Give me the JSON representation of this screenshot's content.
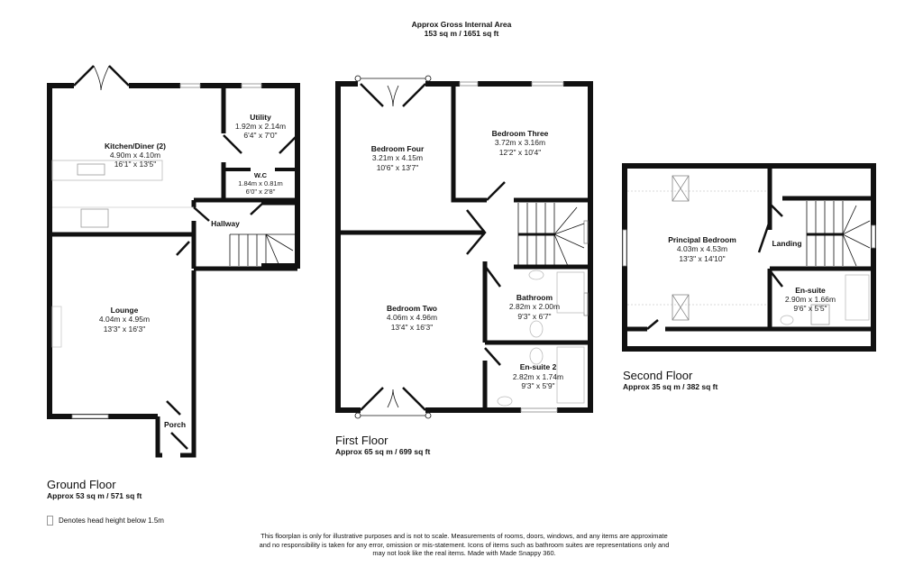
{
  "header": {
    "title": "Approx Gross Internal Area",
    "total_area": "153 sq m / 1651 sq ft"
  },
  "floors": {
    "ground": {
      "title": "Ground Floor",
      "area": "Approx 53 sq m / 571 sq ft",
      "rooms": {
        "kitchen": {
          "name": "Kitchen/Diner (2)",
          "metric": "4.90m x 4.10m",
          "imperial": "16'1\" x 13'5\""
        },
        "utility": {
          "name": "Utility",
          "metric": "1.92m x 2.14m",
          "imperial": "6'4\" x 7'0\""
        },
        "wc": {
          "name": "W.C",
          "metric": "1.84m x 0.81m",
          "imperial": "6'0\" x 2'8\""
        },
        "hallway": {
          "name": "Hallway"
        },
        "lounge": {
          "name": "Lounge",
          "metric": "4.04m x 4.95m",
          "imperial": "13'3\" x 16'3\""
        },
        "porch": {
          "name": "Porch"
        }
      }
    },
    "first": {
      "title": "First Floor",
      "area": "Approx 65 sq m / 699 sq ft",
      "rooms": {
        "bedroom_four": {
          "name": "Bedroom Four",
          "metric": "3.21m x 4.15m",
          "imperial": "10'6\" x 13'7\""
        },
        "bedroom_three": {
          "name": "Bedroom Three",
          "metric": "3.72m x 3.16m",
          "imperial": "12'2\" x 10'4\""
        },
        "bedroom_two": {
          "name": "Bedroom Two",
          "metric": "4.06m x 4.96m",
          "imperial": "13'4\" x 16'3\""
        },
        "bathroom": {
          "name": "Bathroom",
          "metric": "2.82m x 2.00m",
          "imperial": "9'3\" x 6'7\""
        },
        "ensuite2": {
          "name": "En-suite 2",
          "metric": "2.82m x 1.74m",
          "imperial": "9'3\" x 5'9\""
        }
      }
    },
    "second": {
      "title": "Second Floor",
      "area": "Approx 35 sq m / 382 sq ft",
      "rooms": {
        "principal": {
          "name": "Principal Bedroom",
          "metric": "4.03m x 4.53m",
          "imperial": "13'3\" x 14'10\""
        },
        "landing": {
          "name": "Landing"
        },
        "ensuite": {
          "name": "En-suite",
          "metric": "2.90m x 1.66m",
          "imperial": "9'6\" x 5'5\""
        }
      }
    }
  },
  "legend": {
    "label": "Denotes head height below 1.5m"
  },
  "disclaimer": {
    "line1": "This floorplan is only for illustrative purposes and is not to scale. Measurements of rooms, doors, windows, and any items are approximate",
    "line2": "and no responsibility is taken for any error, omission or mis-statement. Icons of items such as bathroom suites are representations only and",
    "line3": "may not look like the real items. Made with Made Snappy 360."
  },
  "colors": {
    "wall": "#111111",
    "window": "#bbbbbb",
    "text": "#111111"
  }
}
